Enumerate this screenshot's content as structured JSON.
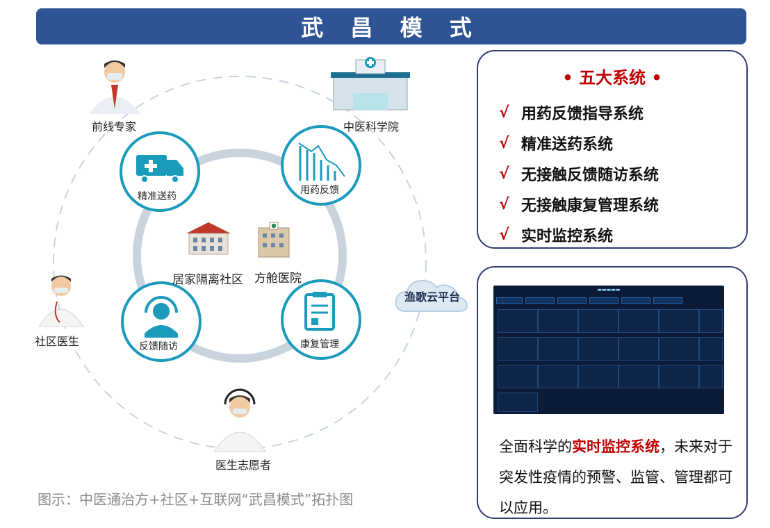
{
  "title": "武 昌 模 式",
  "diagram": {
    "outer_nodes": {
      "frontline_expert": "前线专家",
      "tcm_academy": "中医科学院",
      "community_doctor": "社区医生",
      "volunteer_doctor": "医生志愿者"
    },
    "inner_nodes": {
      "precise_delivery": "精准送药",
      "medication_feedback": "用药反馈",
      "feedback_followup": "反馈随访",
      "rehab_management": "康复管理"
    },
    "center": {
      "home_isolation": "居家隔离社区",
      "cabin_hospital": "方舱医院"
    },
    "cloud_platform": "渔歌云平台"
  },
  "caption": "图示：中医通治方+社区+互联网“武昌模式”拓扑图",
  "systems": {
    "title": "• 五大系统 •",
    "check_mark": "√",
    "items": [
      "用药反馈指导系统",
      "精准送药系统",
      "无接触反馈随访系统",
      "无接触康复管理系统",
      "实时监控系统"
    ]
  },
  "monitor": {
    "text_before": "全面科学的",
    "highlight": "实时监控系统",
    "text_after": "，未来对于突发性疫情的预警、监管、管理都可以应用。"
  },
  "colors": {
    "title_bar": "#2f5496",
    "accent_red": "#c00000",
    "circle_teal": "#1a9bbc",
    "ring_gray": "#c9d3de"
  }
}
